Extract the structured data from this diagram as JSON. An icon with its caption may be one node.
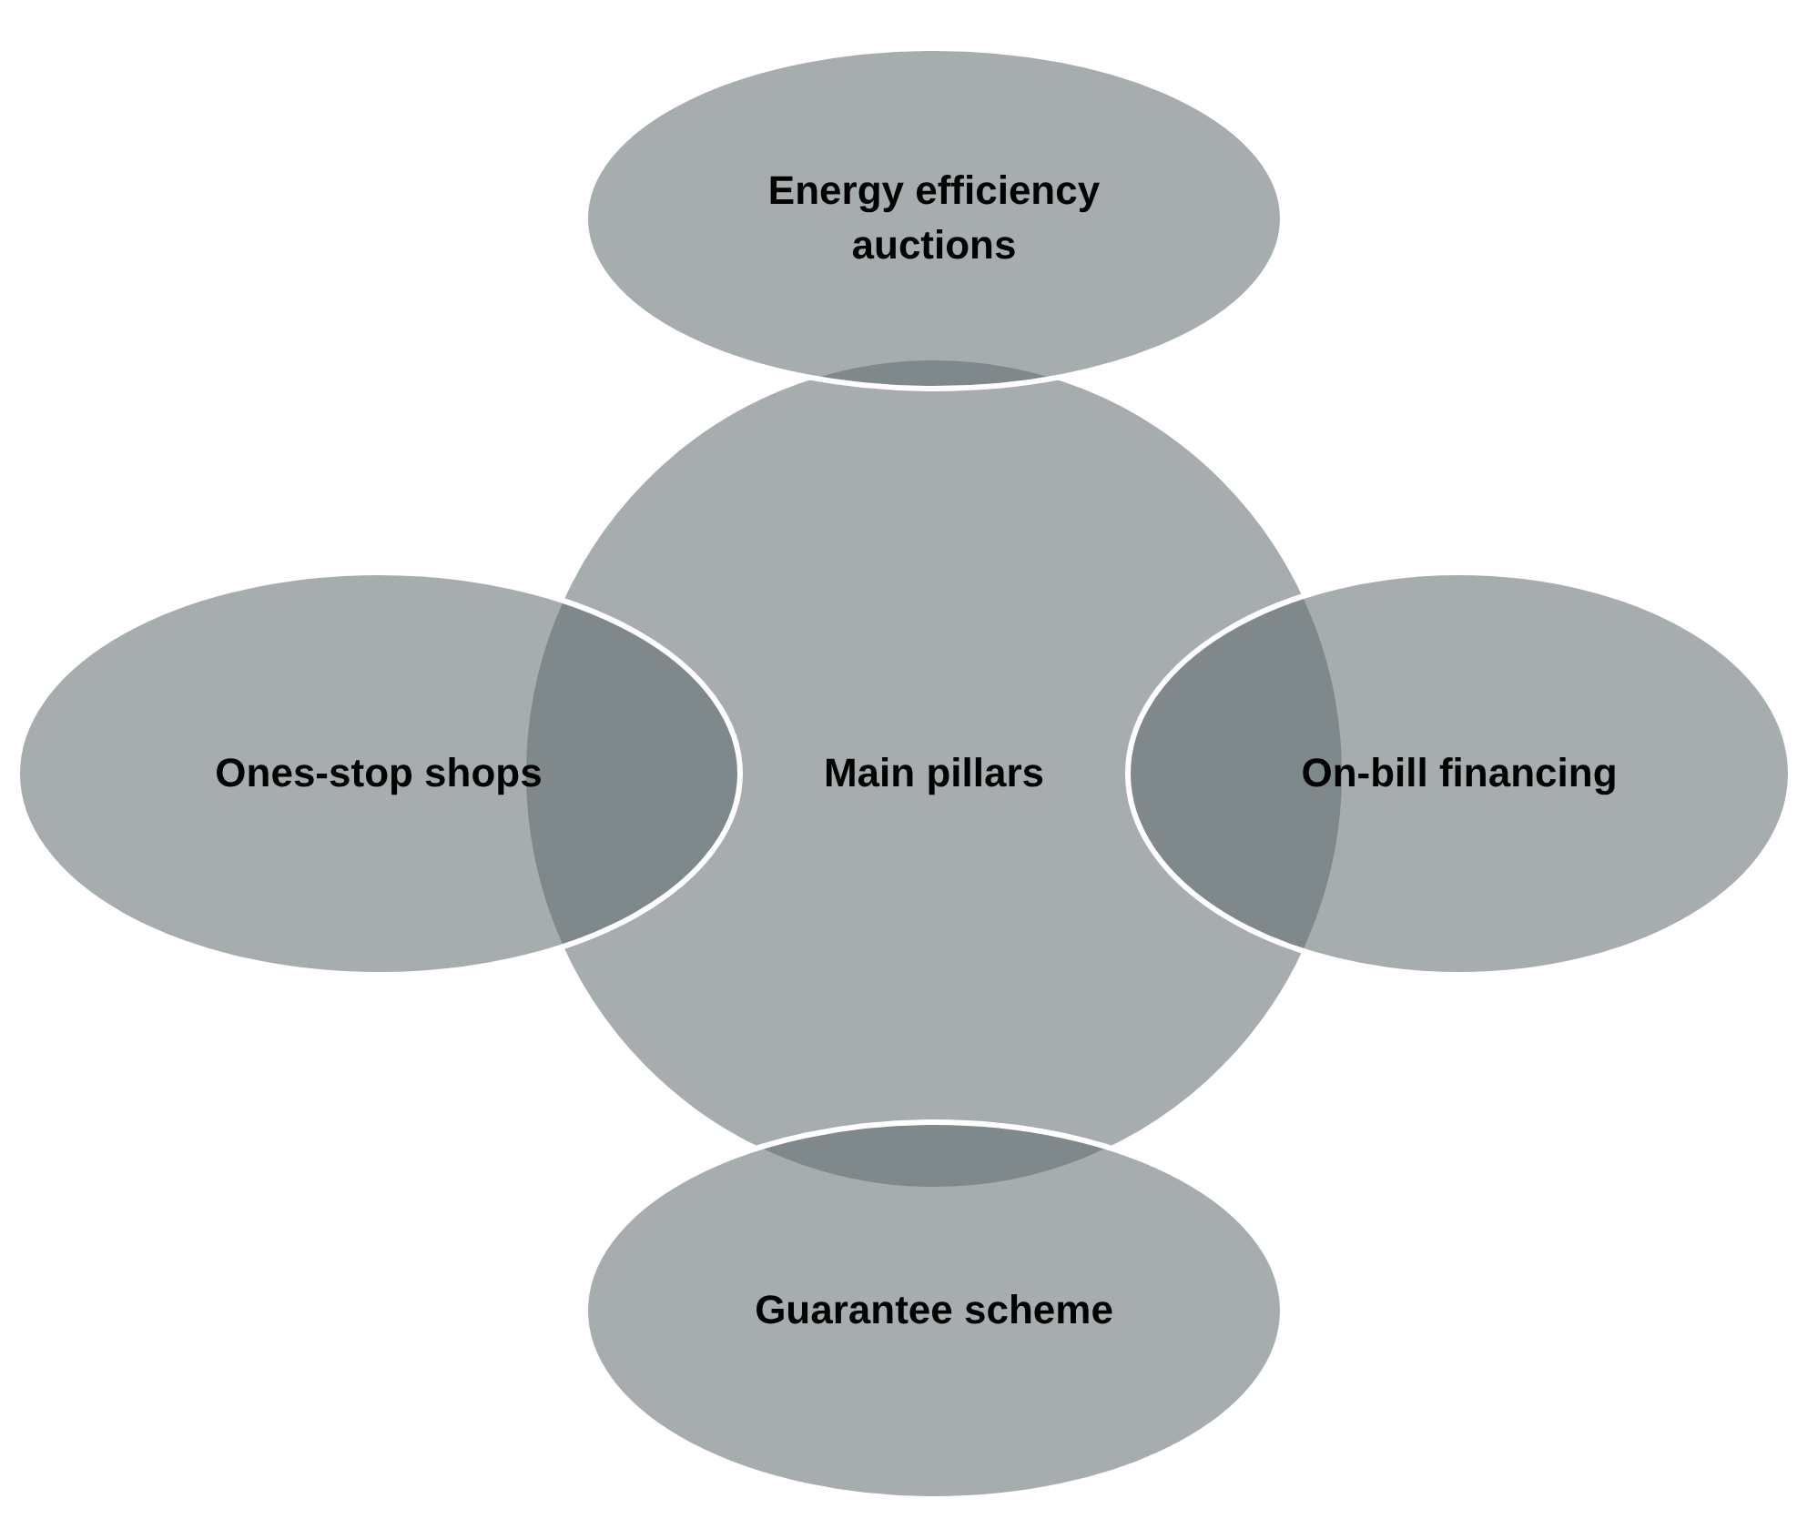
{
  "diagram": {
    "nodes": [
      {
        "text": [
          "Energy efficiency auctions"
        ]
      },
      {
        "text": [
          "Ones-stop shops"
        ]
      },
      {
        "text": [
          "Main pillars"
        ]
      },
      {
        "text": [
          "On-bill financing"
        ]
      },
      {
        "text": [
          "Guarantee scheme"
        ]
      }
    ],
    "edges": []
  }
}
